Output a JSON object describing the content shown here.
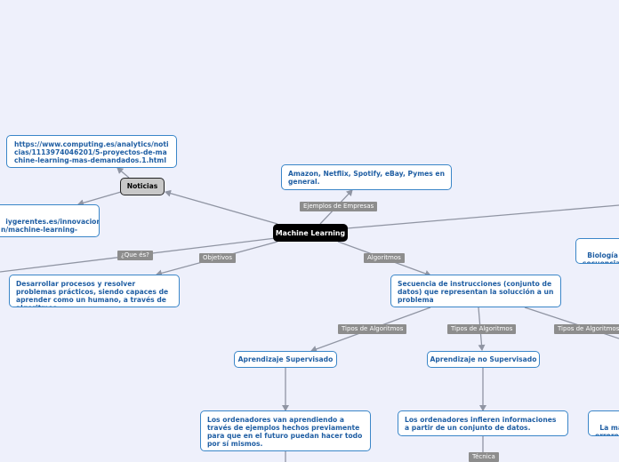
{
  "colors": {
    "background": "#eef0fb",
    "node_border": "#3a86c8",
    "node_text": "#1f5ea3",
    "link": "#9095a3",
    "tag": "#8d8d8d"
  },
  "center": {
    "label": "Machine Learning"
  },
  "noticias": {
    "label": "Noticias"
  },
  "link_computing": {
    "text": "https://www.computing.es/analytics/noticias/1113974046201/5-proyectos-de-machine-learning-mas-demandados.1.html"
  },
  "link_gerentes": {
    "text": "iygerentes.es/innovacion/\nn/machine-learning-"
  },
  "amazon": {
    "text": "Amazon, Netflix, Spotify, eBay, Pymes en general."
  },
  "desarrollar": {
    "text": "Desarrollar procesos y resolver problemas prácticos, siendo capaces de aprender como un humano, a través de algoritmos."
  },
  "secuencia": {
    "text": "Secuencia de instrucciones (conjunto de datos) que representan la solucción a un problema"
  },
  "biologia": {
    "text": "Biología Co\nsecuencias"
  },
  "supervisado": {
    "label": "Aprendizaje Supervisado"
  },
  "no_supervisado": {
    "label": "Aprendizaje no Supervisado"
  },
  "ordenadores_ejemplos": {
    "text": "Los ordenadores van aprendiendo a través de ejemplos hechos previamente para que en el futuro puedan hacer todo por sí mismos."
  },
  "ordenadores_infieren": {
    "text": "Los ordenadores infieren informaciones a partir de un conjunto de datos."
  },
  "right_partial": {
    "text": "La mac\nerrores"
  },
  "tags": {
    "ejemplos": "Ejemplos de Empresas",
    "que_es": "¿Que és?",
    "objetivos": "Objetivos",
    "algoritmos": "Algoritmos",
    "tipos1": "Tipos de Algoritmos",
    "tipos2": "Tipos de Algoritmos",
    "tipos3": "Tipos de Algoritmos",
    "tecnica": "Técnica"
  }
}
